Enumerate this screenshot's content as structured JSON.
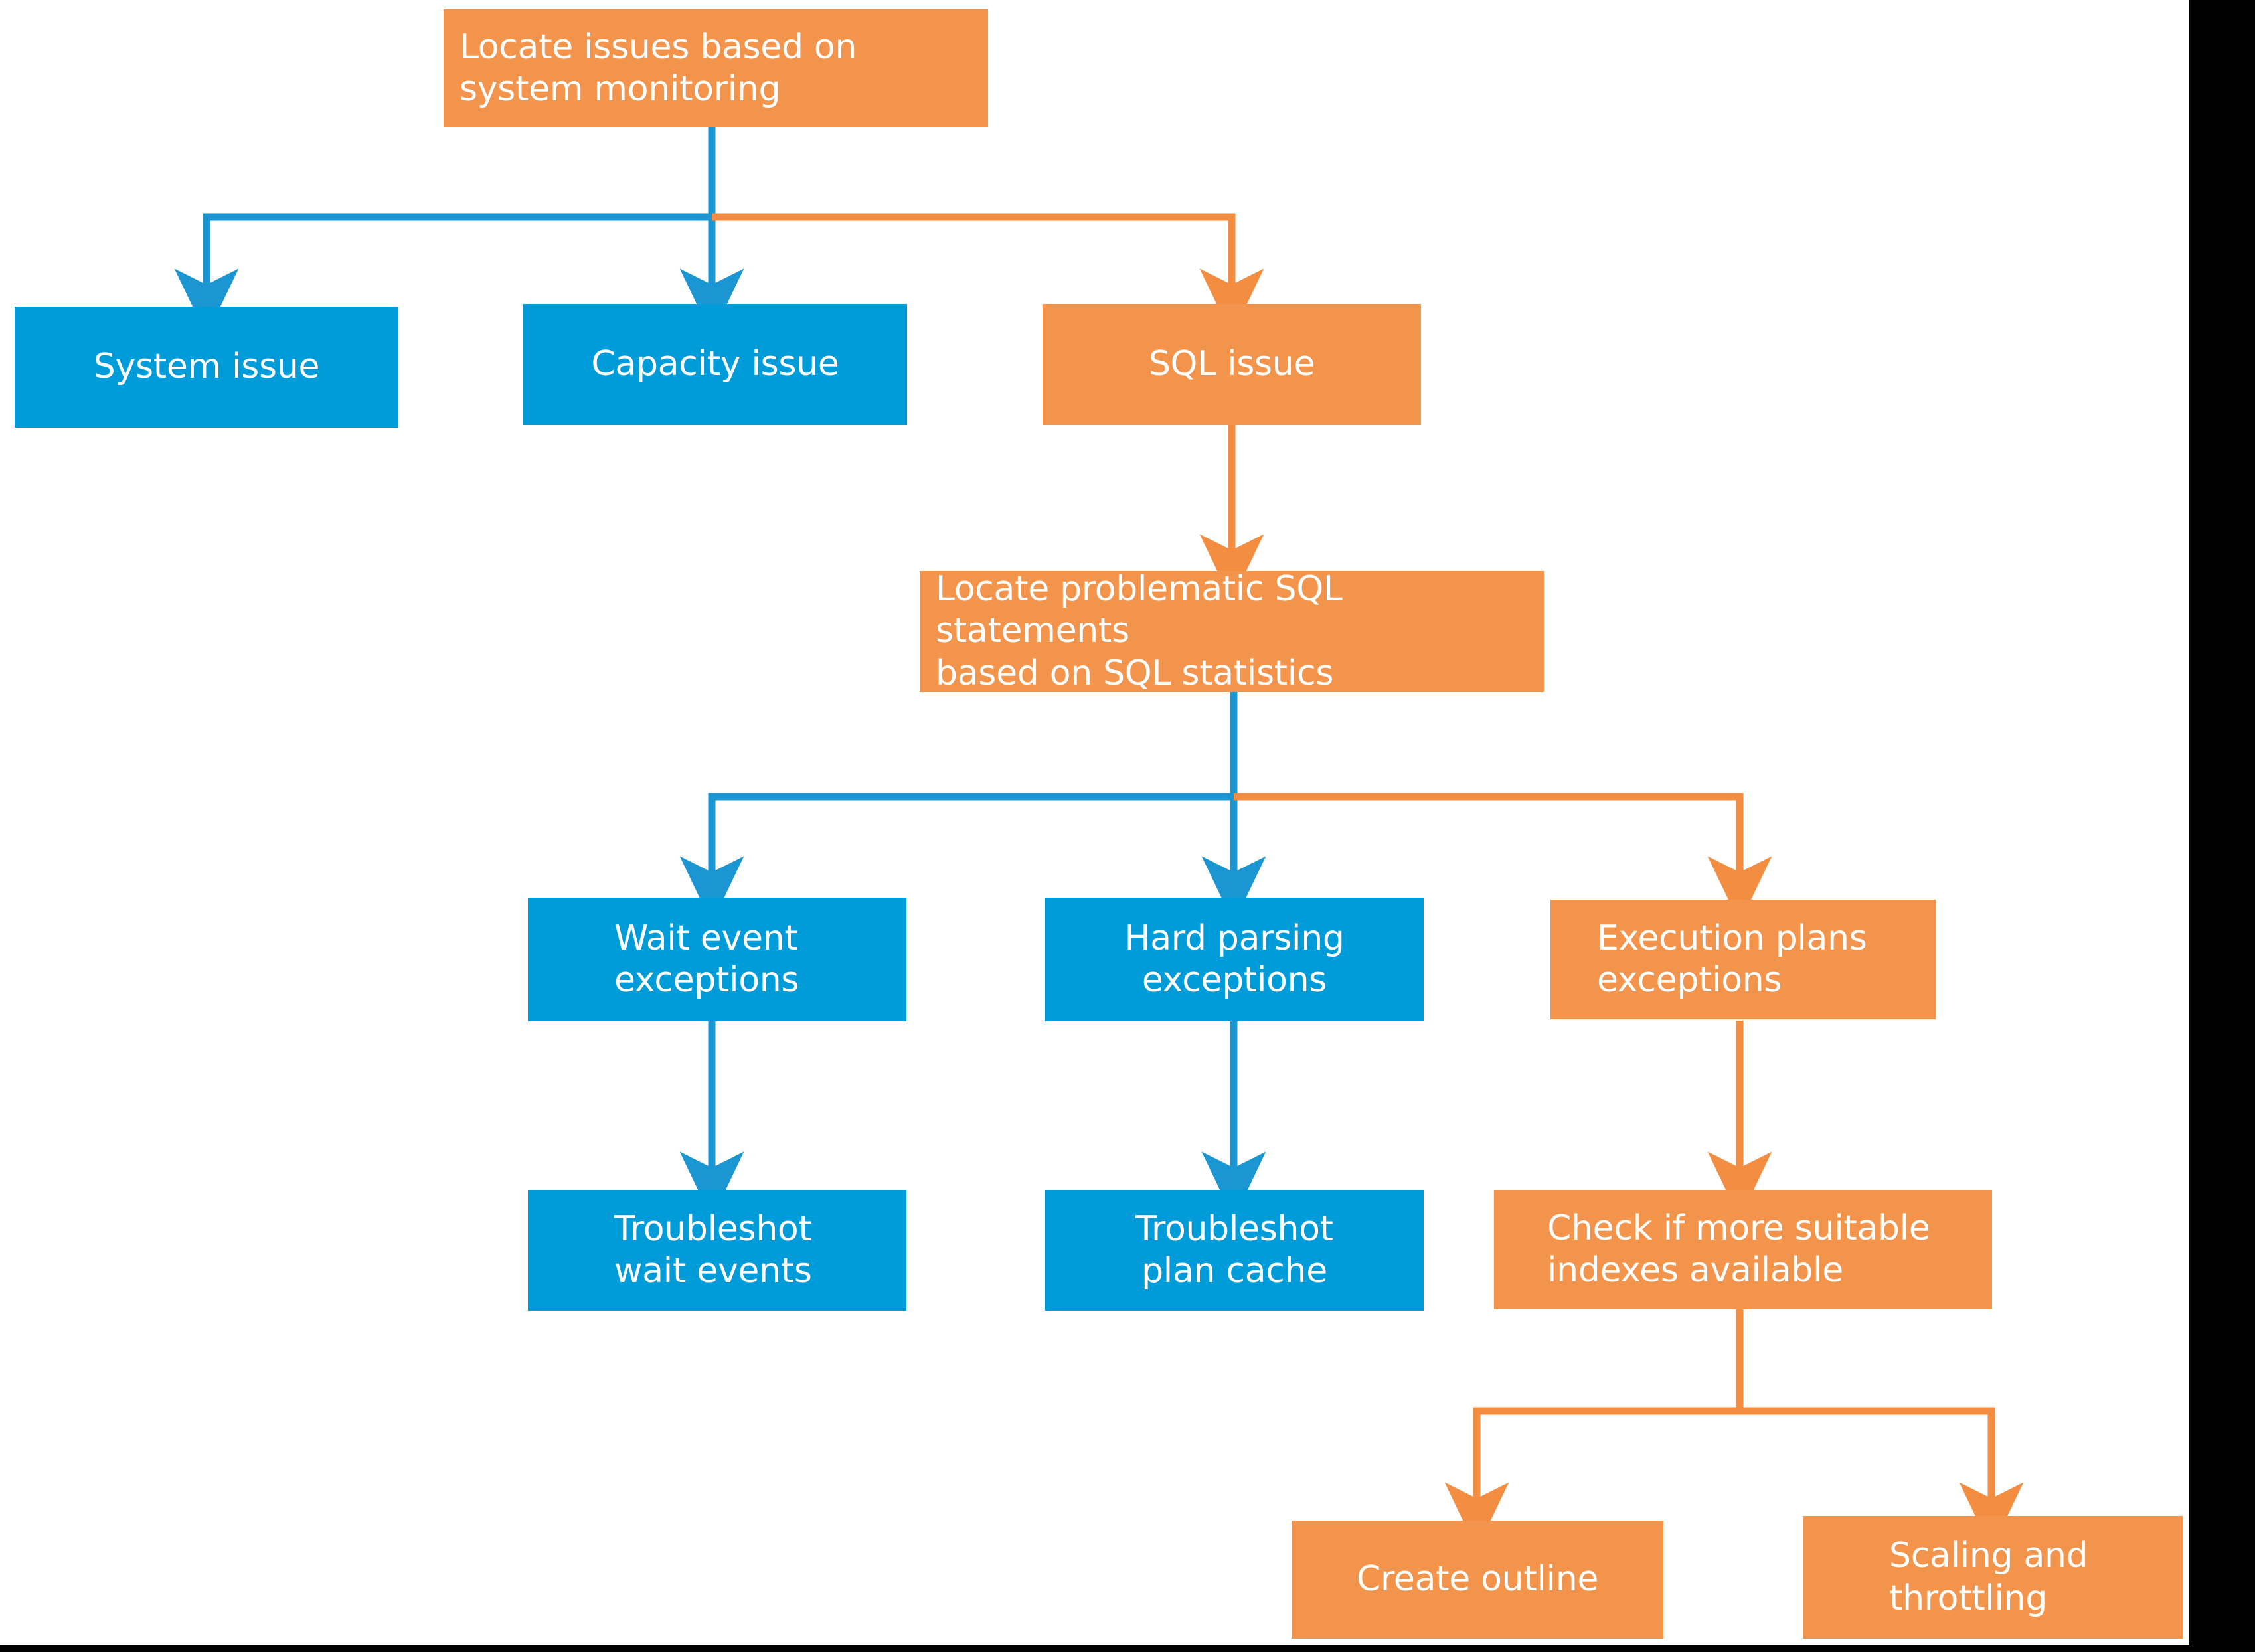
{
  "diagram": {
    "title": "SQL troubleshooting decision flow",
    "colors": {
      "blue": "#009BD9",
      "orange": "#F3944C",
      "background": "#FFFFFF",
      "border": "#000000",
      "text": "#FFFFFF"
    },
    "nodes": [
      {
        "id": "locate-issues",
        "label": "Locate issues based on\nsystem monitoring",
        "color": "orange",
        "align": "left"
      },
      {
        "id": "system-issue",
        "label": "System issue",
        "color": "blue",
        "align": "center"
      },
      {
        "id": "capacity-issue",
        "label": "Capacity issue",
        "color": "blue",
        "align": "center"
      },
      {
        "id": "sql-issue",
        "label": "SQL issue",
        "color": "orange",
        "align": "center"
      },
      {
        "id": "locate-sql-statements",
        "label": "Locate problematic SQL statements\nbased on SQL statistics",
        "color": "orange",
        "align": "left"
      },
      {
        "id": "wait-event-exceptions",
        "label": "Wait  event\nexceptions",
        "color": "blue",
        "align": "left"
      },
      {
        "id": "hard-parsing-exceptions",
        "label": "Hard parsing\nexceptions",
        "color": "blue",
        "align": "center"
      },
      {
        "id": "execution-plans-exceptions",
        "label": "Execution plans\nexceptions",
        "color": "orange",
        "align": "left"
      },
      {
        "id": "troubleshot-wait-events",
        "label": "Troubleshot\nwait  events",
        "color": "blue",
        "align": "left"
      },
      {
        "id": "troubleshot-plan-cache",
        "label": "Troubleshot\nplan cache",
        "color": "blue",
        "align": "center"
      },
      {
        "id": "check-indexes",
        "label": "Check if more suitable\nindexes available",
        "color": "orange",
        "align": "left"
      },
      {
        "id": "create-outline",
        "label": "Create outline",
        "color": "orange",
        "align": "center"
      },
      {
        "id": "scaling-throttling",
        "label": "Scaling and\nthrottling",
        "color": "orange",
        "align": "left"
      }
    ],
    "edges": [
      {
        "from": "locate-issues",
        "to": "system-issue",
        "color": "blue"
      },
      {
        "from": "locate-issues",
        "to": "capacity-issue",
        "color": "blue"
      },
      {
        "from": "locate-issues",
        "to": "sql-issue",
        "color": "orange"
      },
      {
        "from": "sql-issue",
        "to": "locate-sql-statements",
        "color": "orange"
      },
      {
        "from": "locate-sql-statements",
        "to": "wait-event-exceptions",
        "color": "blue"
      },
      {
        "from": "locate-sql-statements",
        "to": "hard-parsing-exceptions",
        "color": "blue"
      },
      {
        "from": "locate-sql-statements",
        "to": "execution-plans-exceptions",
        "color": "orange"
      },
      {
        "from": "wait-event-exceptions",
        "to": "troubleshot-wait-events",
        "color": "blue"
      },
      {
        "from": "hard-parsing-exceptions",
        "to": "troubleshot-plan-cache",
        "color": "blue"
      },
      {
        "from": "execution-plans-exceptions",
        "to": "check-indexes",
        "color": "orange"
      },
      {
        "from": "check-indexes",
        "to": "create-outline",
        "color": "orange"
      },
      {
        "from": "check-indexes",
        "to": "scaling-throttling",
        "color": "orange"
      }
    ]
  }
}
